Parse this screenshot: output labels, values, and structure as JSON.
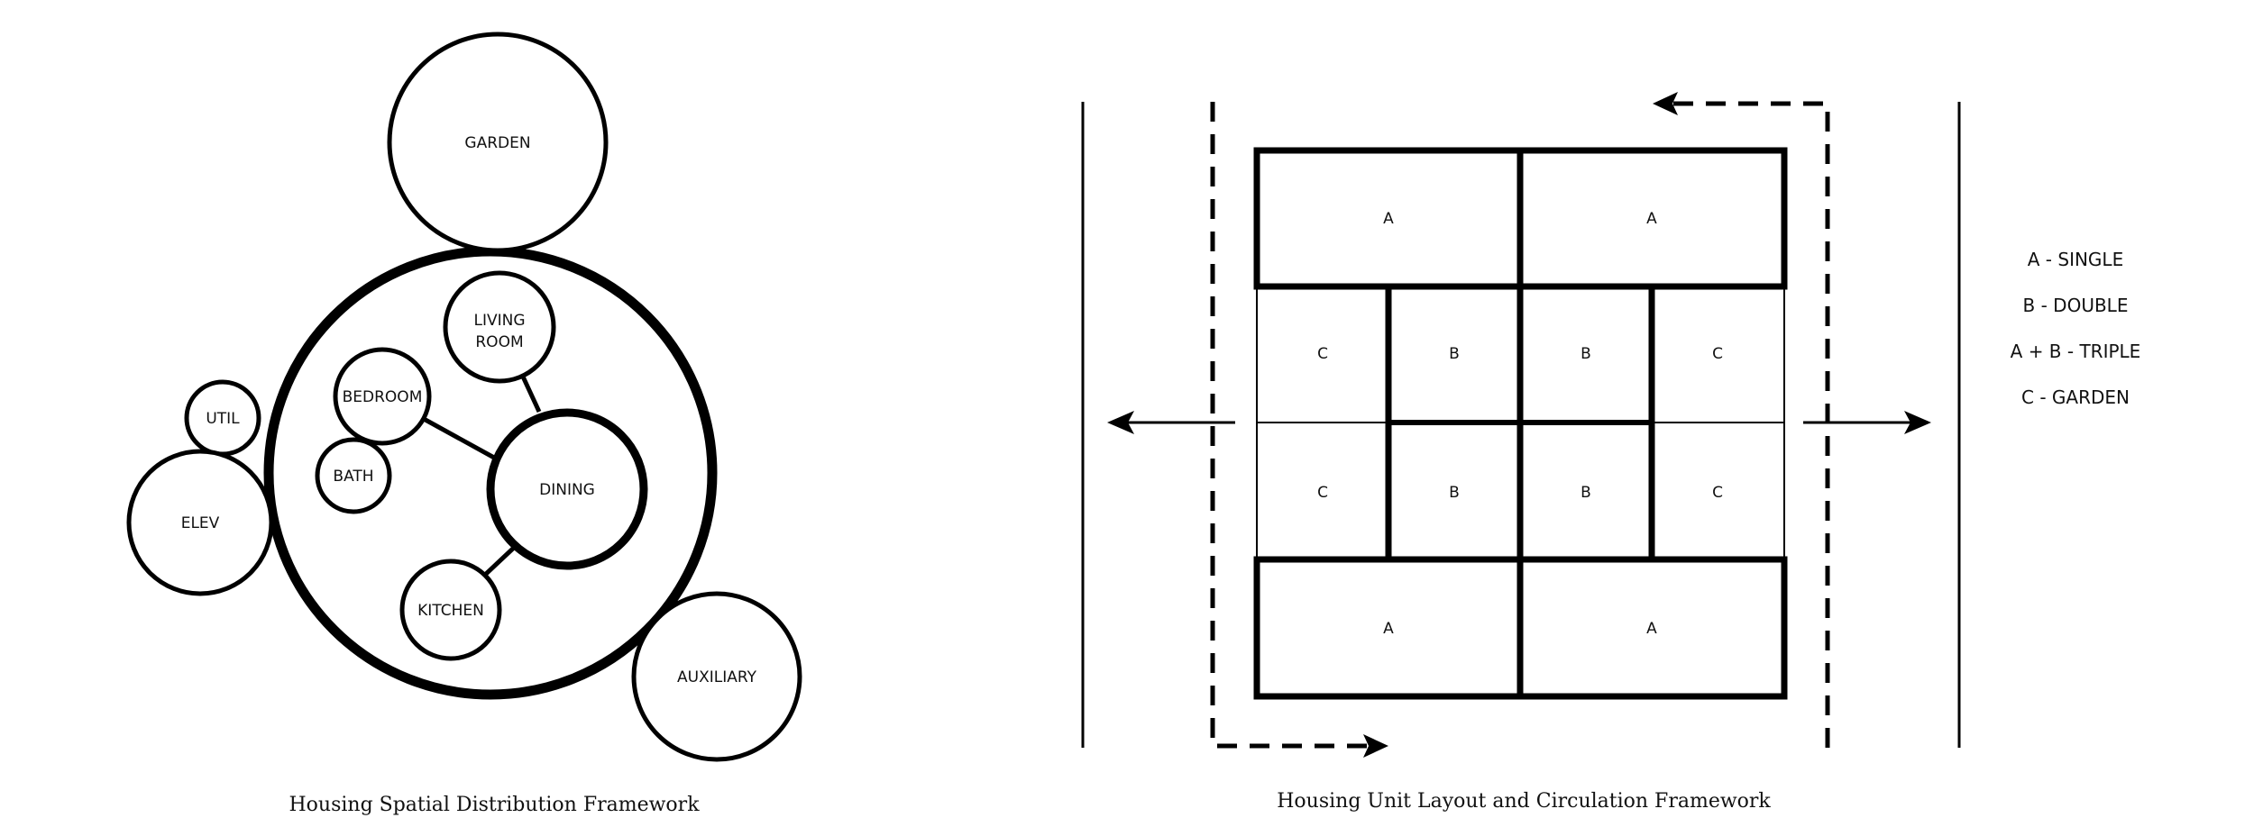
{
  "left_diagram": {
    "caption": "Housing Spatial Distribution Framework",
    "bubbles": {
      "garden": "GARDEN",
      "living_room_line1": "LIVING",
      "living_room_line2": "ROOM",
      "bedroom": "BEDROOM",
      "util": "UTIL",
      "bath": "BATH",
      "dining": "DINING",
      "elev": "ELEV",
      "kitchen": "KITCHEN",
      "auxiliary": "AUXILIARY"
    }
  },
  "right_diagram": {
    "caption": "Housing Unit Layout and Circulation Framework",
    "units": {
      "top_left": "A",
      "top_right": "A",
      "r1_c1": "C",
      "r1_c2": "B",
      "r1_c3": "B",
      "r1_c4": "C",
      "r2_c1": "C",
      "r2_c2": "B",
      "r2_c3": "B",
      "r2_c4": "C",
      "bottom_left": "A",
      "bottom_right": "A"
    },
    "legend": [
      "A - SINGLE",
      "B - DOUBLE",
      "A + B - TRIPLE",
      "C - GARDEN"
    ]
  }
}
